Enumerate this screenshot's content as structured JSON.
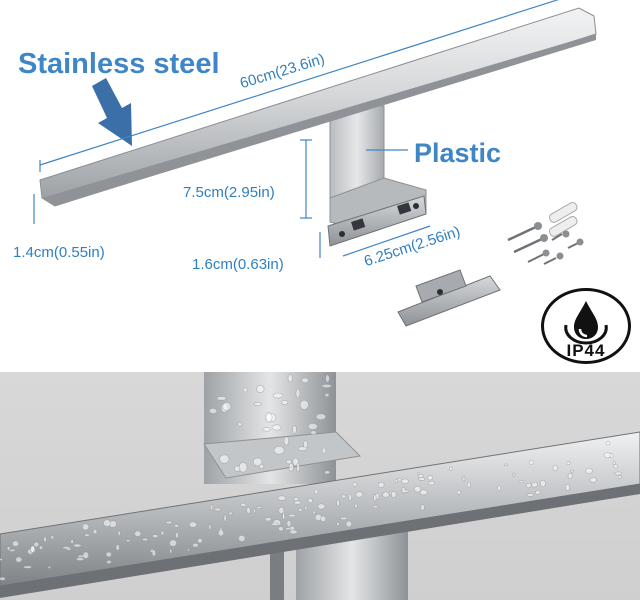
{
  "labels": {
    "material_bar": "Stainless steel",
    "material_bracket": "Plastic",
    "length": "60cm(23.6in)",
    "bar_height": "1.4cm(0.55in)",
    "bracket_height": "7.5cm(2.95in)",
    "bracket_thickness": "1.6cm(0.63in)",
    "bracket_width": "6.25cm(2.56in)"
  },
  "badge": {
    "text": "IP44",
    "icon": "water-drop-icon"
  },
  "colors": {
    "label_blue": "#2f7fc1",
    "title_blue": "#3f86c6",
    "steel": "#c8cacc"
  }
}
